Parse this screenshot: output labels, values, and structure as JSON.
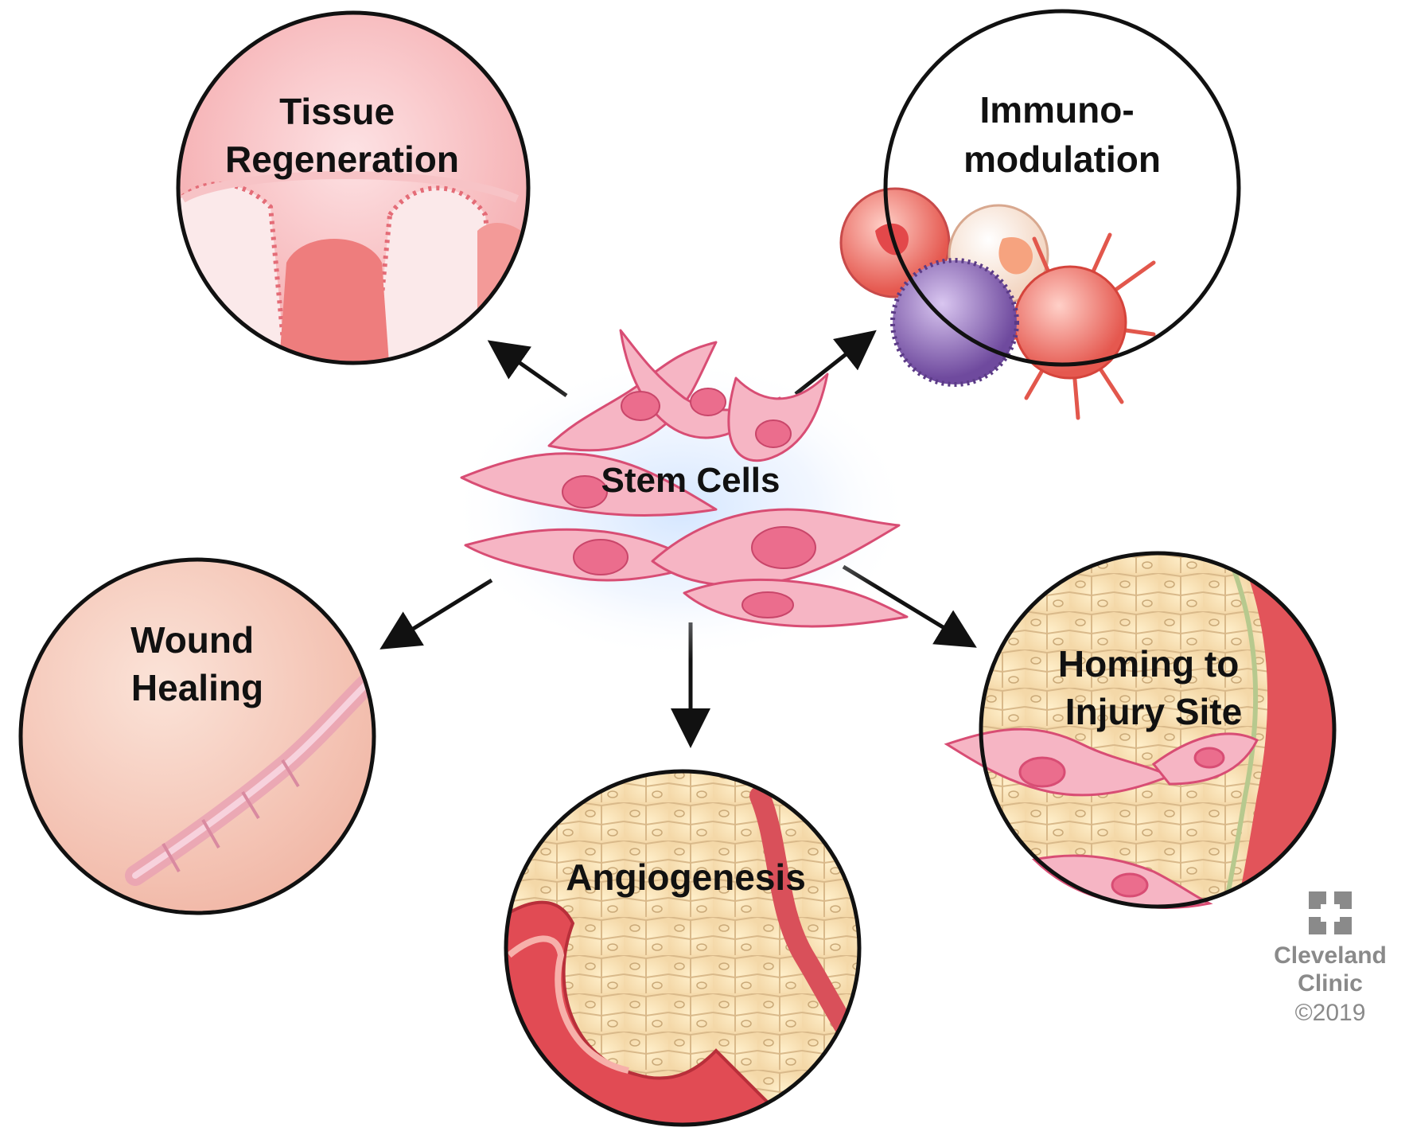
{
  "center": {
    "label": "Stem Cells"
  },
  "outcomes": {
    "tissue_regeneration": {
      "line1": "Tissue",
      "line2": "Regeneration"
    },
    "immunomodulation": {
      "line1": "Immuno-",
      "line2": "modulation"
    },
    "wound_healing": {
      "line1": "Wound",
      "line2": "Healing"
    },
    "angiogenesis": {
      "line1": "Angiogenesis"
    },
    "homing": {
      "line1": "Homing to",
      "line2": "Injury Site"
    }
  },
  "logo": {
    "line1": "Cleveland",
    "line2": "Clinic",
    "copyright": "©2019"
  },
  "colors": {
    "cell_pink": "#f4a7b9",
    "nucleus_pink": "#e8607f",
    "tissue_red": "#e2545a",
    "skin_peach": "#f6c9bb",
    "fat_yellow": "#f7e2b4",
    "immune_purple": "#8e69b8",
    "arrow": "#111111"
  }
}
